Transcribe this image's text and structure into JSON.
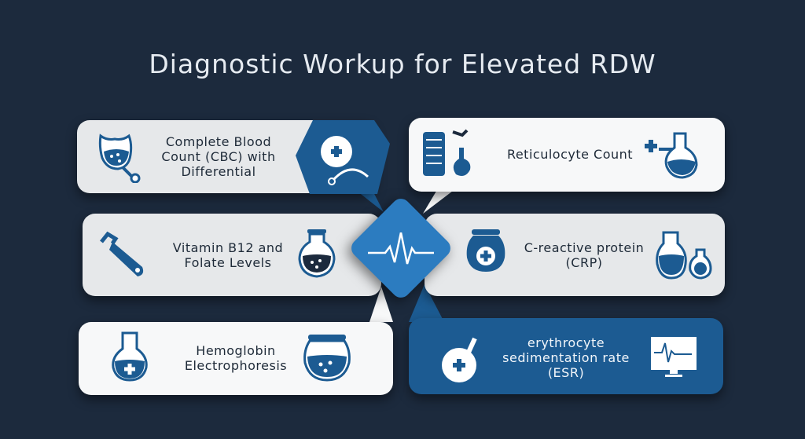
{
  "title": "Diagnostic Workup for Elevated RDW",
  "center": {
    "icon": "heartbeat-icon"
  },
  "items": [
    {
      "label": "Complete Blood Count (CBC) with Differential",
      "icons": [
        "blood-sample-icon",
        "stethoscope-plus-icon"
      ]
    },
    {
      "label": "Reticulocyte Count",
      "icons": [
        "test-tube-rack-icon",
        "flask-plus-icon"
      ]
    },
    {
      "label": "Vitamin B12 and Folate Levels",
      "icons": [
        "test-tube-icon",
        "flask-icon"
      ]
    },
    {
      "label": "C-reactive protein (CRP)",
      "icons": [
        "jar-plus-icon",
        "flasks-icon"
      ]
    },
    {
      "label": "Hemoglobin Electrophoresis",
      "icons": [
        "flask-plus-icon",
        "jar-icon"
      ]
    },
    {
      "label": "erythrocyte sedimentation rate (ESR)",
      "icons": [
        "test-tube-plus-icon",
        "ecg-monitor-icon"
      ]
    }
  ],
  "colors": {
    "background": "#1c2a3d",
    "accent": "#1c5b92",
    "center": "#2c7cc0"
  }
}
